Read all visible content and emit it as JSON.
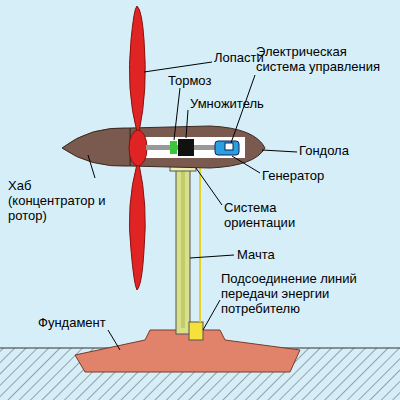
{
  "diagram": {
    "labels": [
      "Лопасти",
      "Тормоз",
      "Умножитель",
      "Электрическая система управления",
      "Гондола",
      "Генератор",
      "Хаб (концентратор и ротор)",
      "Система ориентации",
      "Мачта",
      "Подсоединение линий передачи энергии потребителю",
      "Фундамент"
    ]
  }
}
